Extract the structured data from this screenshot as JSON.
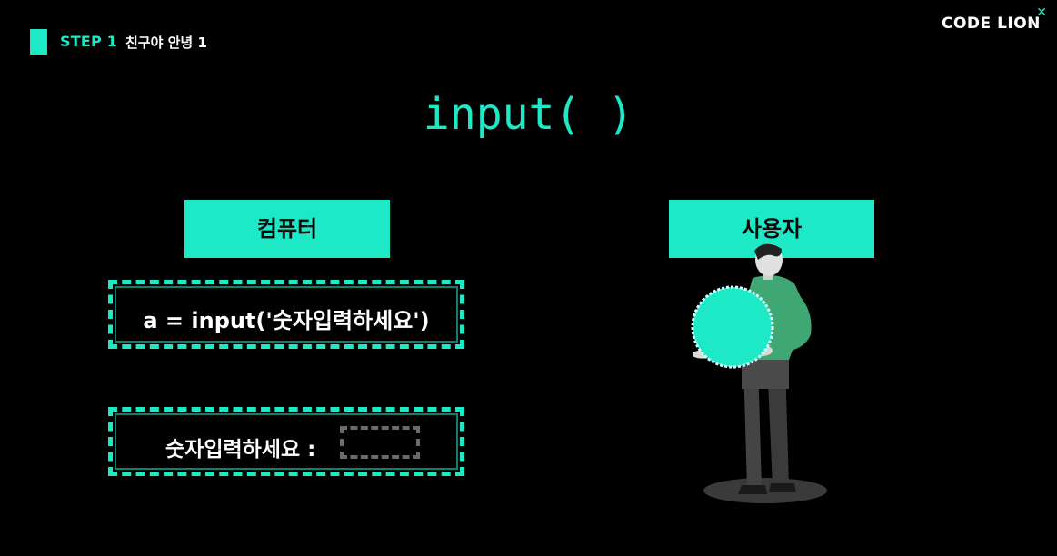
{
  "header": {
    "step_label": "STEP 1",
    "step_title": "친구야 안녕 1",
    "logo_text": "CODE LION"
  },
  "main": {
    "title": "input( )"
  },
  "left": {
    "label": "컴퓨터",
    "code_line": "a = input('숫자입력하세요')",
    "prompt_text": "숫자입력하세요 :"
  },
  "right": {
    "label": "사용자"
  },
  "icons": {
    "logo": "code-lion-logo",
    "figure": "person-holding-circle-illustration"
  },
  "colors": {
    "accent": "#1de9c6",
    "background": "#000000",
    "text": "#ffffff",
    "label_text": "#0d0d0d",
    "shirt": "#3fa773",
    "slot_border": "#6b6b6b"
  }
}
